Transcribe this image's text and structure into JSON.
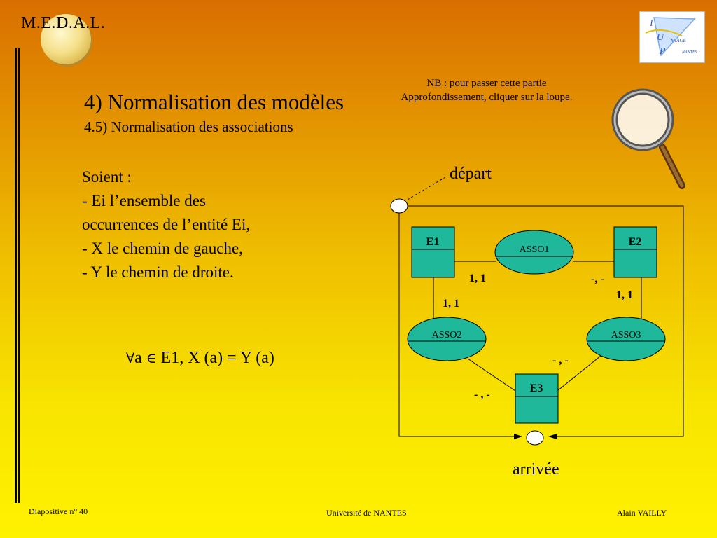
{
  "header": {
    "brand": "M.E.D.A.L.",
    "logo_text": "MIAGE NANTES"
  },
  "slide": {
    "title": "4) Normalisation des modèles",
    "subtitle": "4.5) Normalisation des associations",
    "nb_line1": "NB : pour passer cette partie",
    "nb_line2": "Approfondissement, cliquer sur la loupe.",
    "body_lines": [
      "Soient :",
      "- Ei l’ensemble des",
      "occurrences de l’entité Ei,",
      "- X le chemin de gauche,",
      "- Y le chemin de droite."
    ],
    "formula": {
      "forall": "∀",
      "var": "a",
      "in": "∈",
      "rest": " E1, X (a) = Y (a)"
    }
  },
  "diagram": {
    "start_label": "départ",
    "end_label": "arrivée",
    "entities": {
      "e1": "E1",
      "e2": "E2",
      "e3": "E3"
    },
    "associations": {
      "a1": "ASSO1",
      "a2": "ASSO2",
      "a3": "ASSO3"
    },
    "cardinalities": {
      "e1_a1": "1, 1",
      "a1_e2": "-, -",
      "e1_a2": "1, 1",
      "e2_a3": "1, 1",
      "a3_e3": "- , -",
      "a2_e3": "- , -"
    }
  },
  "footer": {
    "slide_number": "Diapositive n° 40",
    "university": "Université de NANTES",
    "author": "Alain VAILLY"
  },
  "colors": {
    "entity_fill": "#1fb89a",
    "background_top": "#d96e00",
    "background_bottom": "#fff200"
  }
}
